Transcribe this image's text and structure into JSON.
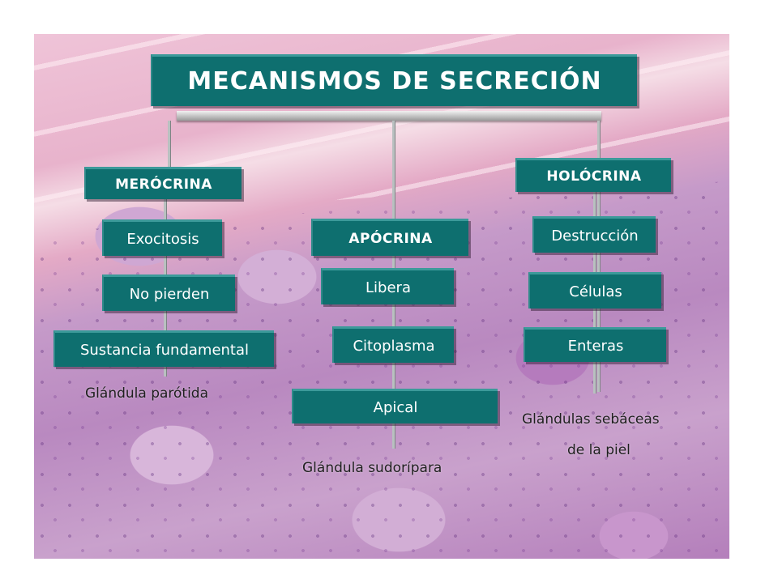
{
  "title": "MECANISMOS DE SECRECIÓN",
  "merocrina": {
    "heading": "MERÓCRINA",
    "steps": [
      "Exocitosis",
      "No pierden",
      "Sustancia fundamental"
    ],
    "example": "Glándula parótida"
  },
  "apocrina": {
    "heading": "APÓCRINA",
    "steps": [
      "Libera",
      "Citoplasma",
      "Apical"
    ],
    "example": "Glándula sudorípara"
  },
  "holocrina": {
    "heading": "HOLÓCRINA",
    "steps": [
      "Destrucción",
      "Células",
      "Enteras"
    ],
    "example_line1": "Glándulas sebáceas",
    "example_line2": "de la piel"
  },
  "colors": {
    "box_fill": "#0e6f6f",
    "box_text": "#ffffff",
    "background_tissue": "#c59ac9"
  }
}
